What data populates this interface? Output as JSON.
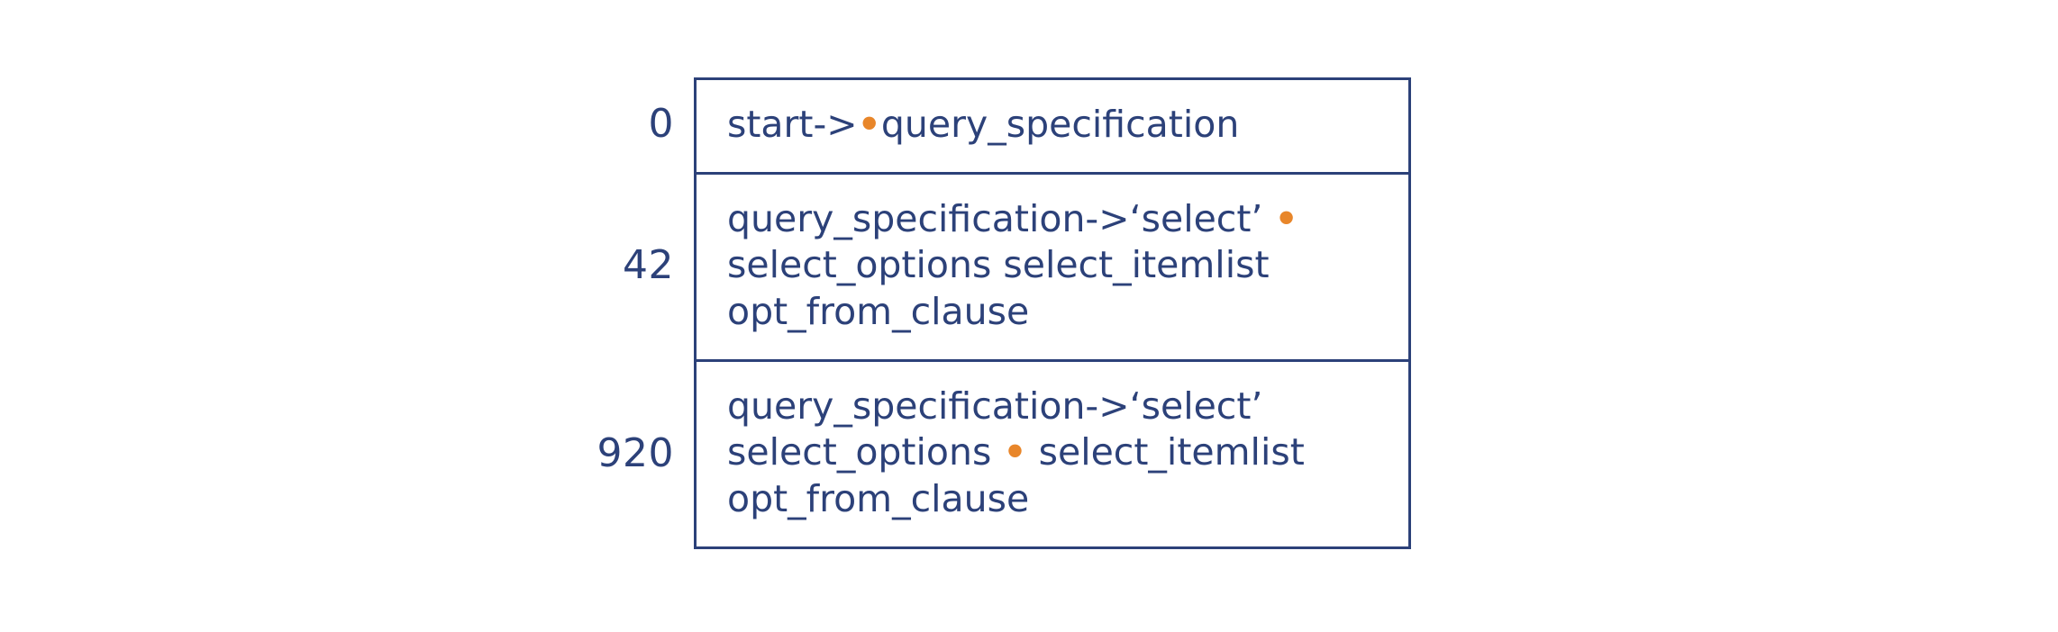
{
  "diagram": {
    "type": "parser-state-table",
    "colors": {
      "text": "#2c4179",
      "border": "#2c4179",
      "marker": "#e8862a",
      "background": "#ffffff"
    },
    "marker_glyph": "•",
    "rows": [
      {
        "index": "0",
        "lines": [
          {
            "before": "start->",
            "marker": true,
            "after": "query_specification"
          }
        ]
      },
      {
        "index": "42",
        "lines": [
          {
            "before": "query_specification->‘select’ ",
            "marker": true,
            "after": ""
          },
          {
            "before": "select_options select_itemlist",
            "marker": false,
            "after": ""
          },
          {
            "before": "opt_from_clause",
            "marker": false,
            "after": ""
          }
        ]
      },
      {
        "index": "920",
        "lines": [
          {
            "before": "query_specification->‘select’",
            "marker": false,
            "after": ""
          },
          {
            "before": "select_options ",
            "marker": true,
            "after": " select_itemlist"
          },
          {
            "before": "opt_from_clause",
            "marker": false,
            "after": ""
          }
        ]
      }
    ]
  }
}
